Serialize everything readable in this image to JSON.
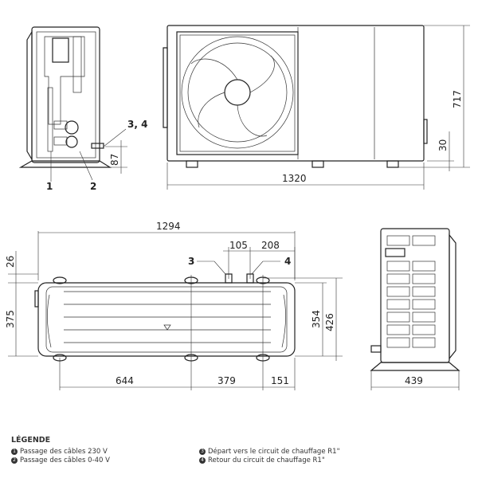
{
  "dimensions": {
    "front_height": "717",
    "front_feet_height": "30",
    "front_width": "1320",
    "side_connection_height": "87",
    "side_label_3_4": "3, 4",
    "side_label_1": "1",
    "side_label_2": "2",
    "top_width": "1294",
    "top_pipe_spacing": "105",
    "top_pipe_offset": "208",
    "top_label_3": "3",
    "top_label_4": "4",
    "top_offset_26": "26",
    "top_depth_375": "375",
    "top_depth_354": "354",
    "top_depth_426": "426",
    "top_foot_644": "644",
    "top_foot_379": "379",
    "top_foot_151": "151",
    "back_width": "439"
  },
  "legend": {
    "title": "LÉGENDE",
    "items": [
      {
        "num": "1",
        "text": "Passage des câbles 230 V"
      },
      {
        "num": "2",
        "text": "Passage des câbles 0-40 V"
      },
      {
        "num": "3",
        "text": "Départ vers le circuit de chauffage R1\""
      },
      {
        "num": "4",
        "text": "Retour du circuit de chauffage R1\""
      }
    ]
  }
}
